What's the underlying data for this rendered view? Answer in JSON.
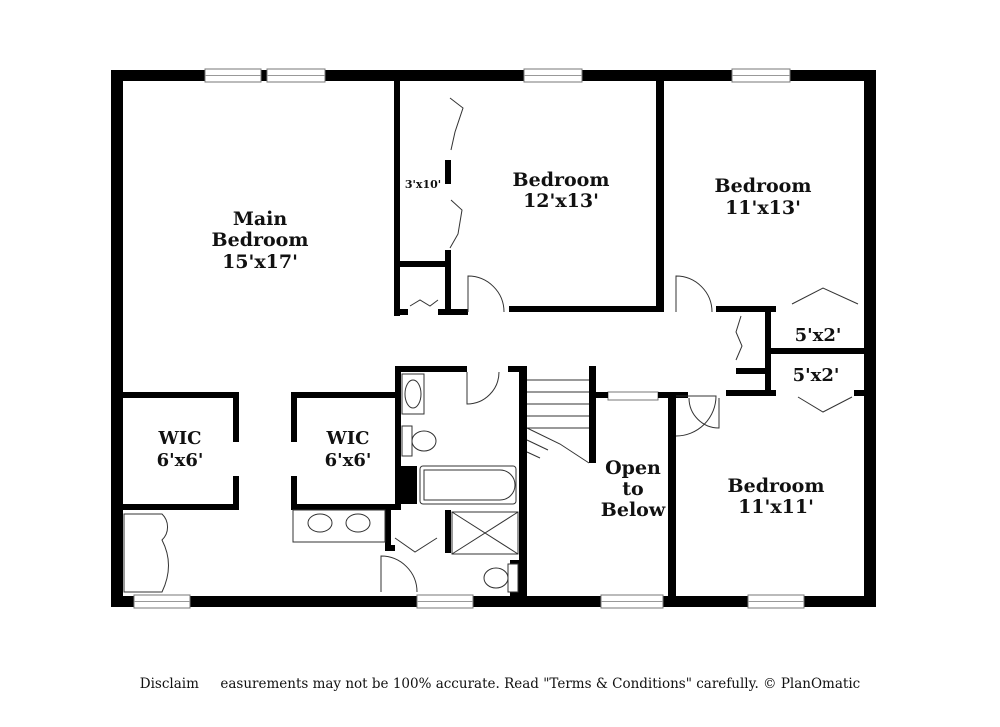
{
  "colors": {
    "wall": "#000000",
    "background": "#ffffff",
    "fixture": "#333333",
    "window": "#777777"
  },
  "rooms": {
    "main_bedroom": {
      "name_line1": "Main",
      "name_line2": "Bedroom",
      "size": "15'x17'"
    },
    "bedroom_top_center": {
      "name": "Bedroom",
      "size": "12'x13'"
    },
    "bedroom_top_right": {
      "name": "Bedroom",
      "size": "11'x13'"
    },
    "bedroom_bottom_right": {
      "name": "Bedroom",
      "size": "11'x11'"
    },
    "closet_left": {
      "name": "WIC",
      "size": "6'x6'"
    },
    "closet_right": {
      "name": "WIC",
      "size": "6'x6'"
    },
    "closet_small_upper": {
      "size": "5'x2'"
    },
    "closet_small_lower": {
      "size": "5'x2'"
    },
    "closet_narrow": {
      "size": "3'x10'"
    },
    "open_to_below": {
      "line1": "Open",
      "line2": "to",
      "line3": "Below"
    }
  },
  "footer": {
    "disclaimer": "Disclaim     easurements may not be 100% accurate. Read \"Terms & Conditions\" carefully. © PlanOmatic"
  }
}
